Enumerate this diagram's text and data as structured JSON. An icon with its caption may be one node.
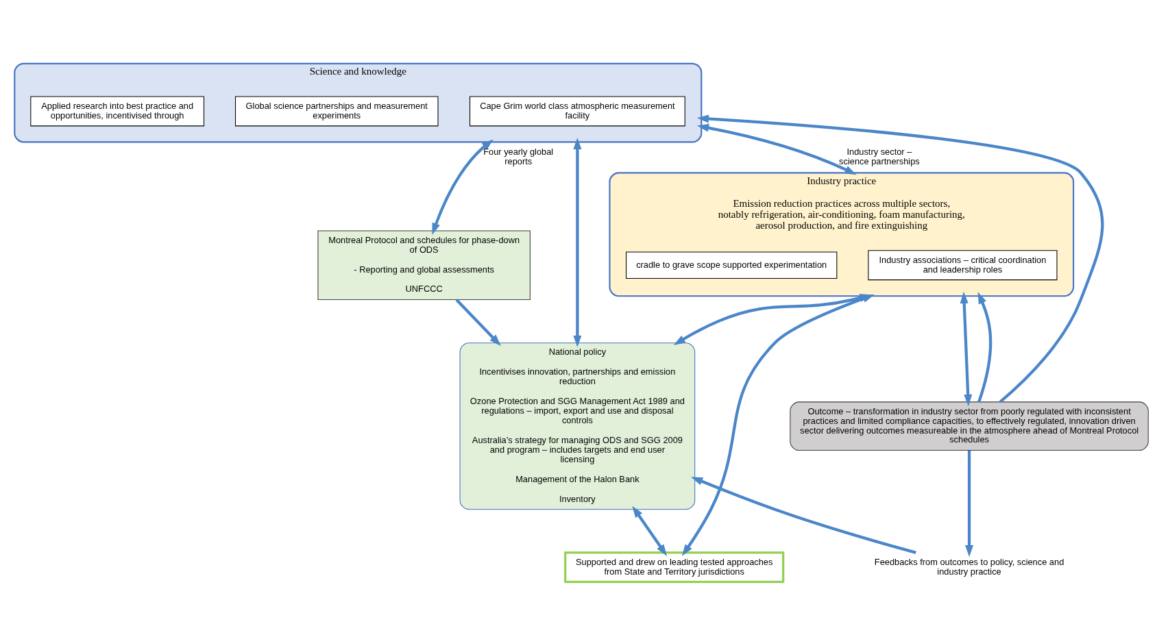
{
  "diagram": {
    "nodes": [
      {
        "text": [
          "Science and knowledge"
        ]
      },
      {
        "text": [
          "Cape Grim world class atmospheric measurement facility"
        ],
        "in": 0
      },
      {
        "text": [
          "Global science partnerships and measurement experiments"
        ],
        "in": 0
      },
      {
        "text": [
          "Applied research into best practice and opportunities, incentivised through"
        ],
        "in": 0
      },
      {
        "text": [
          "Montreal Protocol and schedules for phase-down of ODS",
          "- Reporting and global assessments",
          "UNFCCC"
        ]
      },
      {
        "text": [
          "National policy",
          "Incentivises innovation, partnerships and emission reduction",
          "Ozone Protection and SGG Management Act 1989 and regulations – import, export and use and disposal controls",
          "Australia’s strategy for managing ODS and SGG 2009 and program – includes targets and end user licensing",
          "Management of the Halon Bank",
          "Inventory"
        ]
      },
      {
        "text": [
          "Industry practice",
          "Emission reduction practices across multiple sectors, notably refrigeration, air-conditioning, foam manufacturing, aerosol production, and fire extinguishing"
        ]
      },
      {
        "text": [
          "Industry associations – critical coordination and leadership roles"
        ],
        "in": 6
      },
      {
        "text": [
          "cradle to grave scope supported experimentation"
        ],
        "in": 6
      },
      {
        "text": [
          "Supported and drew on leading tested approaches from State and Territory jurisdictions"
        ]
      },
      {
        "text": [
          "Outcome – transformation in industry sector from poorly regulated with inconsistent practices and limited compliance capacities, to effectively regulated, innovation driven sector delivering outcomes measureable in the atmosphere ahead of Montreal Protocol schedules"
        ]
      },
      {
        "text": [
          "Feedbacks from outcomes to policy, science and industry practice"
        ]
      }
    ],
    "edges": [
      {
        "from": 0,
        "to": 4,
        "arrow": "both",
        "label": "Four yearly global reports"
      },
      {
        "from": 4,
        "to": 5,
        "arrow": "to"
      },
      {
        "from": 0,
        "to": 5,
        "arrow": "both"
      },
      {
        "from": 0,
        "to": 6,
        "arrow": "both",
        "label": "Industry sector – science partnerships"
      },
      {
        "from": 6,
        "to": 5,
        "arrow": "both"
      },
      {
        "from": 6,
        "to": 9,
        "arrow": "both"
      },
      {
        "from": 5,
        "to": 9,
        "arrow": "both"
      },
      {
        "from": 6,
        "to": 10,
        "arrow": "both"
      },
      {
        "from": 10,
        "to": 11,
        "arrow": "to"
      },
      {
        "from": 11,
        "to": 5,
        "arrow": "to"
      },
      {
        "from": 10,
        "to": 0,
        "arrow": "to"
      },
      {
        "from": 10,
        "to": 6,
        "arrow": "to"
      }
    ]
  }
}
